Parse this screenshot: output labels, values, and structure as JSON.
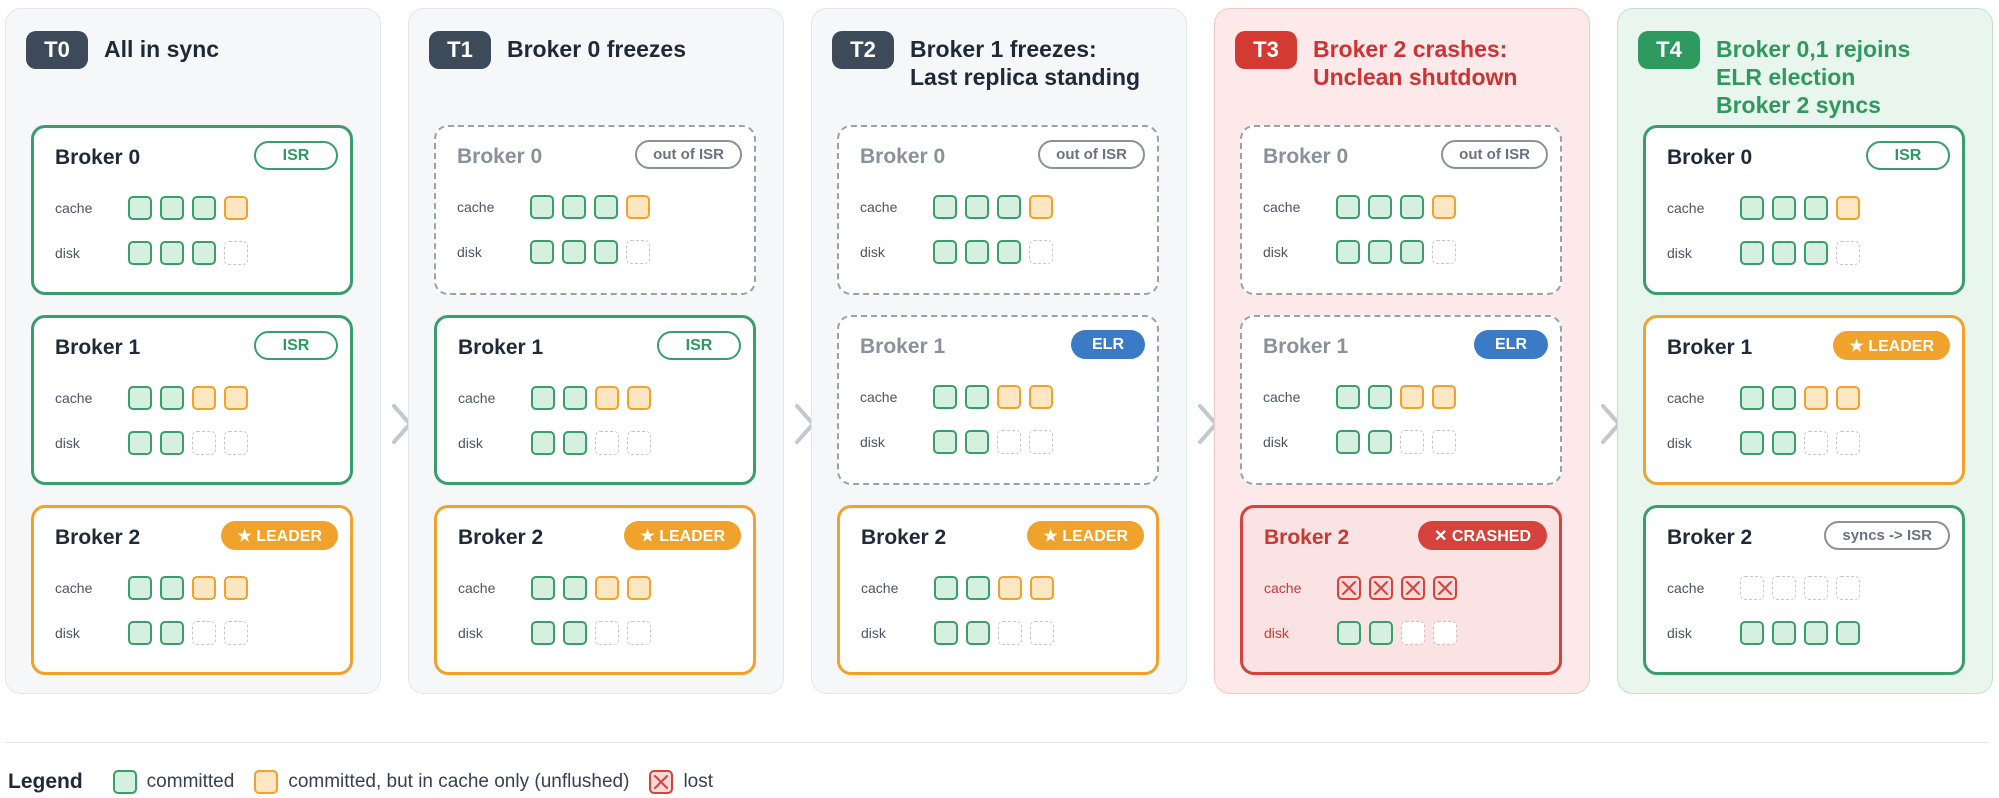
{
  "colors": {
    "committed": "#3a9e6c",
    "unflushed": "#f0a22a",
    "lost": "#d6423c",
    "elr": "#3b7ac4",
    "header_badge": "#3d4a59"
  },
  "labels": {
    "cache": "cache",
    "disk": "disk"
  },
  "panels": [
    {
      "badge": "T0",
      "title": [
        "All in sync"
      ],
      "theme": "normal",
      "brokers": [
        {
          "name": "Broker 0",
          "state": "normal",
          "tag": "ISR",
          "tag_style": "isr",
          "cache": [
            "c",
            "c",
            "c",
            "u"
          ],
          "disk": [
            "c",
            "c",
            "c",
            "e"
          ]
        },
        {
          "name": "Broker 1",
          "state": "normal",
          "tag": "ISR",
          "tag_style": "isr",
          "cache": [
            "c",
            "c",
            "u",
            "u"
          ],
          "disk": [
            "c",
            "c",
            "e",
            "e"
          ]
        },
        {
          "name": "Broker 2",
          "state": "leader",
          "tag": "★ LEADER",
          "tag_style": "leader",
          "cache": [
            "c",
            "c",
            "u",
            "u"
          ],
          "disk": [
            "c",
            "c",
            "e",
            "e"
          ]
        }
      ]
    },
    {
      "badge": "T1",
      "title": [
        "Broker 0 freezes"
      ],
      "theme": "normal",
      "brokers": [
        {
          "name": "Broker 0",
          "state": "out",
          "tag": "out of ISR",
          "tag_style": "out",
          "cache": [
            "c",
            "c",
            "c",
            "u"
          ],
          "disk": [
            "c",
            "c",
            "c",
            "e"
          ]
        },
        {
          "name": "Broker 1",
          "state": "normal",
          "tag": "ISR",
          "tag_style": "isr",
          "cache": [
            "c",
            "c",
            "u",
            "u"
          ],
          "disk": [
            "c",
            "c",
            "e",
            "e"
          ]
        },
        {
          "name": "Broker 2",
          "state": "leader",
          "tag": "★ LEADER",
          "tag_style": "leader",
          "cache": [
            "c",
            "c",
            "u",
            "u"
          ],
          "disk": [
            "c",
            "c",
            "e",
            "e"
          ]
        }
      ]
    },
    {
      "badge": "T2",
      "title": [
        "Broker 1 freezes:",
        "Last replica standing"
      ],
      "theme": "normal",
      "brokers": [
        {
          "name": "Broker 0",
          "state": "out",
          "tag": "out of ISR",
          "tag_style": "out",
          "cache": [
            "c",
            "c",
            "c",
            "u"
          ],
          "disk": [
            "c",
            "c",
            "c",
            "e"
          ]
        },
        {
          "name": "Broker 1",
          "state": "out",
          "tag": "ELR",
          "tag_style": "elr",
          "cache": [
            "c",
            "c",
            "u",
            "u"
          ],
          "disk": [
            "c",
            "c",
            "e",
            "e"
          ]
        },
        {
          "name": "Broker 2",
          "state": "leader",
          "tag": "★ LEADER",
          "tag_style": "leader",
          "cache": [
            "c",
            "c",
            "u",
            "u"
          ],
          "disk": [
            "c",
            "c",
            "e",
            "e"
          ]
        }
      ]
    },
    {
      "badge": "T3",
      "title": [
        "Broker 2 crashes:",
        "Unclean shutdown"
      ],
      "theme": "red",
      "brokers": [
        {
          "name": "Broker 0",
          "state": "out",
          "tag": "out of ISR",
          "tag_style": "out",
          "cache": [
            "c",
            "c",
            "c",
            "u"
          ],
          "disk": [
            "c",
            "c",
            "c",
            "e"
          ]
        },
        {
          "name": "Broker 1",
          "state": "out",
          "tag": "ELR",
          "tag_style": "elr",
          "cache": [
            "c",
            "c",
            "u",
            "u"
          ],
          "disk": [
            "c",
            "c",
            "e",
            "e"
          ]
        },
        {
          "name": "Broker 2",
          "state": "crashed",
          "tag": "✕ CRASHED",
          "tag_style": "crashed",
          "cache": [
            "x",
            "x",
            "x",
            "x"
          ],
          "disk": [
            "c",
            "c",
            "e",
            "e"
          ]
        }
      ]
    },
    {
      "badge": "T4",
      "title": [
        "Broker 0,1 rejoins",
        "ELR election",
        "Broker 2 syncs"
      ],
      "theme": "green",
      "brokers": [
        {
          "name": "Broker 0",
          "state": "normal",
          "tag": "ISR",
          "tag_style": "isr",
          "cache": [
            "c",
            "c",
            "c",
            "u"
          ],
          "disk": [
            "c",
            "c",
            "c",
            "e"
          ]
        },
        {
          "name": "Broker 1",
          "state": "leader",
          "tag": "★ LEADER",
          "tag_style": "leader",
          "cache": [
            "c",
            "c",
            "u",
            "u"
          ],
          "disk": [
            "c",
            "c",
            "e",
            "e"
          ]
        },
        {
          "name": "Broker 2",
          "state": "normal",
          "tag": "syncs -> ISR",
          "tag_style": "syncs",
          "cache": [
            "e",
            "e",
            "e",
            "e"
          ],
          "disk": [
            "c",
            "c",
            "c",
            "c"
          ]
        }
      ]
    }
  ],
  "legend": {
    "title": "Legend",
    "committed": "committed",
    "unflushed": "committed, but in cache only (unflushed)",
    "lost": "lost"
  }
}
